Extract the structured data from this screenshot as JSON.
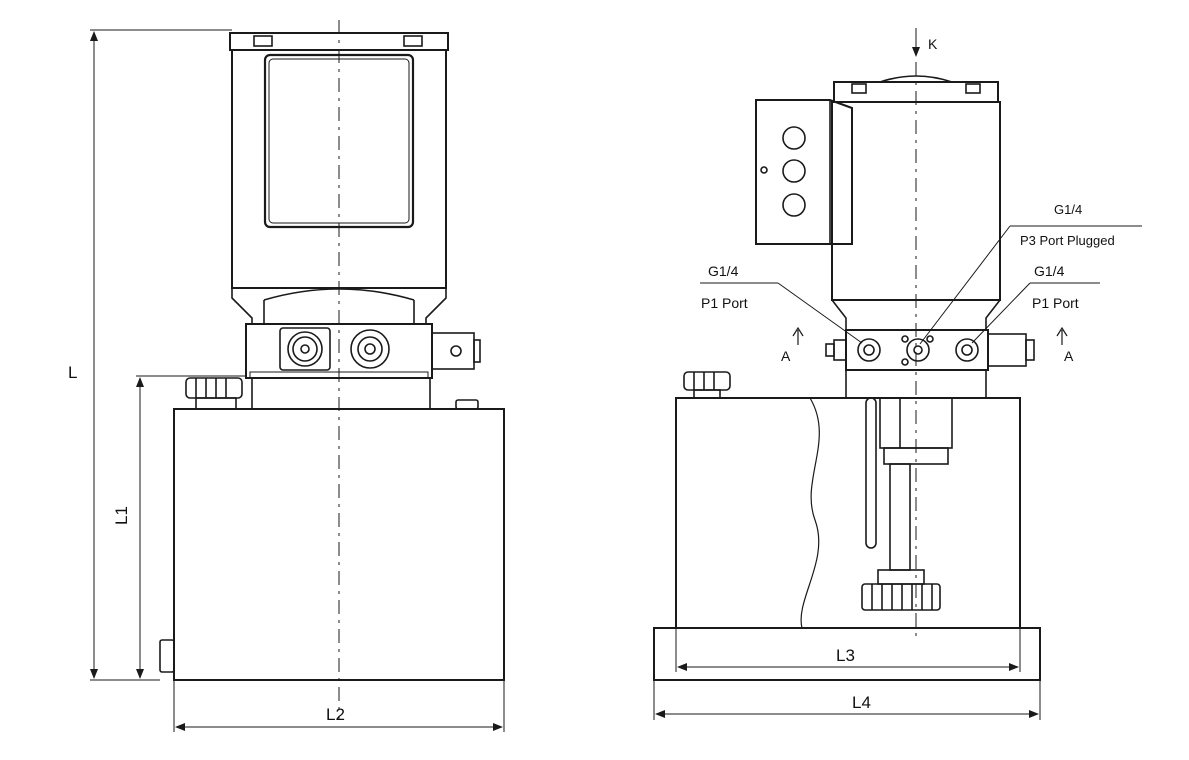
{
  "diagram": {
    "left_view": {
      "dimensions": {
        "overall_height": "L",
        "tank_height": "L1",
        "tank_width": "L2"
      }
    },
    "right_view": {
      "view_arrow": "K",
      "section_marks": {
        "left": "A",
        "right": "A"
      },
      "dimensions": {
        "tank_width": "L3",
        "base_width": "L4"
      },
      "callouts": {
        "p1_left": {
          "thread": "G1/4",
          "name": "P1 Port"
        },
        "p3_center": {
          "thread": "G1/4",
          "name": "P3 Port Plugged"
        },
        "p1_right": {
          "thread": "G1/4",
          "name": "P1 Port"
        }
      }
    },
    "line_color": "#1a1a1a",
    "background": "#ffffff"
  }
}
